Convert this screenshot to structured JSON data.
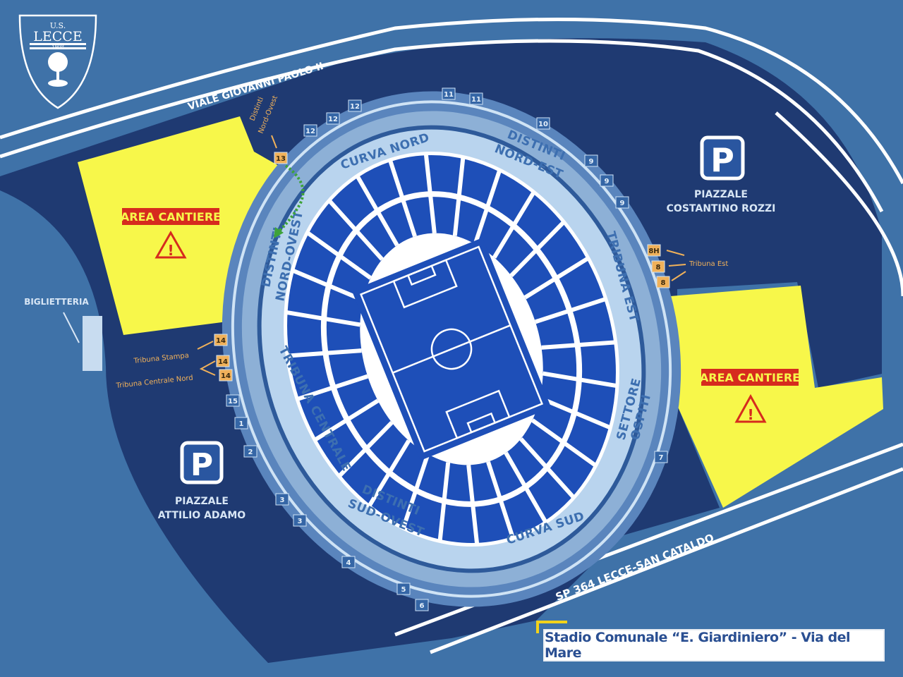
{
  "logo": {
    "text_top": "U.S.",
    "text_main": "LECCE",
    "year": "1908"
  },
  "roads": {
    "top": "VIALE GIOVANNI PAOLO II",
    "bottom": "SP 364 LECCE-SAN CATALDO"
  },
  "sectors": {
    "curva_nord": "CURVA NORD",
    "distinti_nord_est_1": "DISTINTI",
    "distinti_nord_est_2": "NORD-EST",
    "tribuna_est": "TRIBUNA EST",
    "settore_ospiti_1": "SETTORE",
    "settore_ospiti_2": "OSPITI",
    "curva_sud": "CURVA SUD",
    "distinti_sud_ovest_1": "DISTINTI",
    "distinti_sud_ovest_2": "SUD-OVEST",
    "tribuna_centrale": "TRIBUNA CENTRALE",
    "distinti_nord_ovest_1": "DISTINTI",
    "distinti_nord_ovest_2": "NORD-OVEST"
  },
  "areas": {
    "cantiere_left": "AREA CANTIERE",
    "cantiere_right": "AREA CANTIERE",
    "biglietteria": "BIGLIETTERIA",
    "parking_right_1": "PIAZZALE",
    "parking_right_2": "COSTANTINO ROZZI",
    "parking_left_1": "PIAZZALE",
    "parking_left_2": "ATTILIO ADAMO",
    "parking_symbol": "P"
  },
  "callouts": {
    "distinti_no_1": "Distinti",
    "distinti_no_2": "Nord-Ovest",
    "tribuna_est": "Tribuna Est",
    "tribuna_stampa": "Tribuna Stampa",
    "tribuna_centrale_nord": "Tribuna Centrale Nord"
  },
  "gates": [
    {
      "label": "12",
      "highlight": false
    },
    {
      "label": "12",
      "highlight": false
    },
    {
      "label": "12",
      "highlight": false
    },
    {
      "label": "11",
      "highlight": false
    },
    {
      "label": "11",
      "highlight": false
    },
    {
      "label": "10",
      "highlight": false
    },
    {
      "label": "9",
      "highlight": false
    },
    {
      "label": "9",
      "highlight": false
    },
    {
      "label": "9",
      "highlight": false
    },
    {
      "label": "8H",
      "highlight": true
    },
    {
      "label": "8",
      "highlight": true
    },
    {
      "label": "8",
      "highlight": true
    },
    {
      "label": "7",
      "highlight": false
    },
    {
      "label": "6",
      "highlight": false
    },
    {
      "label": "5",
      "highlight": false
    },
    {
      "label": "4",
      "highlight": false
    },
    {
      "label": "3",
      "highlight": false
    },
    {
      "label": "3",
      "highlight": false
    },
    {
      "label": "2",
      "highlight": false
    },
    {
      "label": "1",
      "highlight": false
    },
    {
      "label": "15",
      "highlight": false
    },
    {
      "label": "14",
      "highlight": true
    },
    {
      "label": "14",
      "highlight": true
    },
    {
      "label": "14",
      "highlight": true
    },
    {
      "label": "13",
      "highlight": true
    }
  ],
  "footer": {
    "title": "Stadio Comunale “E. Giardiniero” - Via del Mare"
  },
  "colors": {
    "background": "#3f72a8",
    "dark_area": "#1f3a72",
    "ring": "#a9c8e6",
    "seats": "#1e4fb8",
    "cantiere": "#f7f74a",
    "warning": "#d62b1e",
    "gate_highlight": "#f0b15a"
  }
}
